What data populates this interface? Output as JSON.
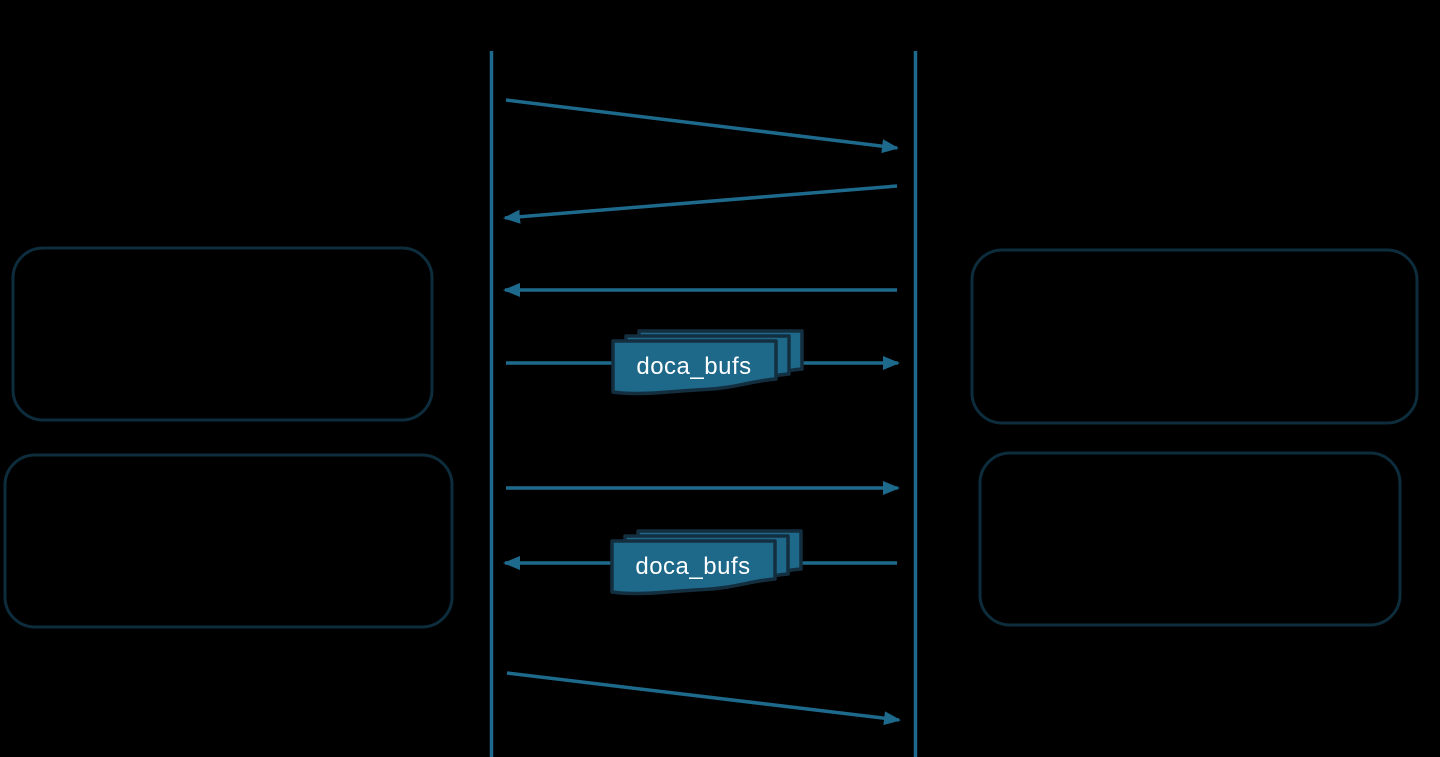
{
  "page": {
    "background": "#000000",
    "description": "Sequence diagram with two lifelines, message arrows, four empty rounded note boxes, and two doca_bufs document stacks"
  },
  "colors": {
    "accent": "#1e6a8c",
    "boxBorder": "#0d2c3c",
    "docFill": "#1e688a",
    "docBorder": "#132f3f",
    "docText": "#ffffff",
    "background": "#000000"
  },
  "labels": {
    "doca_bufs_top": "doca_bufs",
    "doca_bufs_bottom": "doca_bufs"
  },
  "messages": [
    {
      "order": 1,
      "direction": "left-to-right",
      "style": "diagonal-down"
    },
    {
      "order": 2,
      "direction": "right-to-left",
      "style": "diagonal-down"
    },
    {
      "order": 3,
      "direction": "right-to-left",
      "style": "horizontal"
    },
    {
      "order": 4,
      "direction": "left-to-right",
      "style": "horizontal",
      "payload": "doca_bufs"
    },
    {
      "order": 5,
      "direction": "left-to-right",
      "style": "horizontal"
    },
    {
      "order": 6,
      "direction": "right-to-left",
      "style": "horizontal",
      "payload": "doca_bufs"
    },
    {
      "order": 7,
      "direction": "left-to-right",
      "style": "diagonal-down"
    }
  ]
}
